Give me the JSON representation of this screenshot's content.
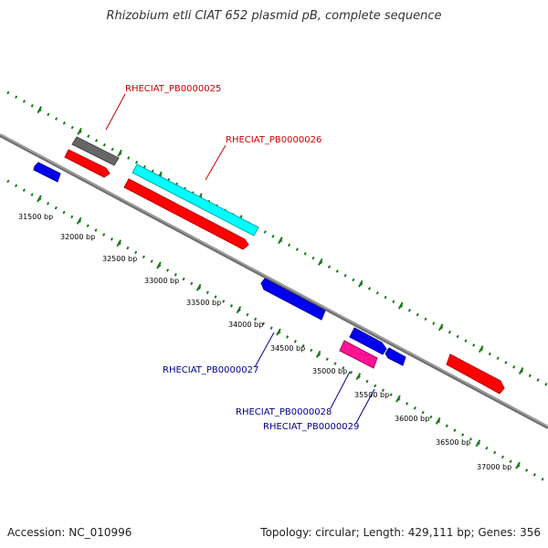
{
  "title": "Rhizobium etli CIAT 652 plasmid pB, complete sequence",
  "footer": {
    "accession": "Accession: NC_010996",
    "summary": "Topology: circular; Length: 429,111 bp; Genes: 356"
  },
  "colors": {
    "backbone": "#808080",
    "tick": "#1b7a1b",
    "forward_label": "#cc0000",
    "reverse_label": "#00008b",
    "gene_red": "#ff0000",
    "gene_blue": "#0000ee",
    "gene_cyan": "#00ffff",
    "gene_gray": "#666666",
    "gene_magenta": "#ff1493"
  },
  "scale_labels": [
    {
      "id": "31500",
      "text": "31500 bp"
    },
    {
      "id": "32000",
      "text": "32000 bp"
    },
    {
      "id": "32500",
      "text": "32500 bp"
    },
    {
      "id": "33000",
      "text": "33000 bp"
    },
    {
      "id": "33500",
      "text": "33500 bp"
    },
    {
      "id": "34000",
      "text": "34000 bp"
    },
    {
      "id": "34500",
      "text": "34500 bp"
    },
    {
      "id": "35000",
      "text": "35000 bp"
    },
    {
      "id": "35500",
      "text": "35500 bp"
    },
    {
      "id": "36000",
      "text": "36000 bp"
    },
    {
      "id": "36500",
      "text": "36500 bp"
    },
    {
      "id": "37000",
      "text": "37000 bp"
    }
  ],
  "genes": [
    {
      "id": "gray-top",
      "color": "gene_gray"
    },
    {
      "id": "red-small",
      "color": "gene_red"
    },
    {
      "id": "blue-left",
      "color": "gene_blue"
    },
    {
      "id": "cyan-long",
      "color": "gene_cyan"
    },
    {
      "id": "red-long",
      "color": "gene_red"
    },
    {
      "id": "blue-mid",
      "color": "gene_blue"
    },
    {
      "id": "blue-right-a",
      "color": "gene_blue"
    },
    {
      "id": "magenta",
      "color": "gene_magenta"
    },
    {
      "id": "blue-right-b",
      "color": "gene_blue"
    },
    {
      "id": "red-right",
      "color": "gene_red"
    }
  ],
  "gene_labels": {
    "pb25": "RHECIAT_PB0000025",
    "pb26": "RHECIAT_PB0000026",
    "pb27": "RHECIAT_PB0000027",
    "pb28": "RHECIAT_PB0000028",
    "pb29": "RHECIAT_PB0000029"
  }
}
